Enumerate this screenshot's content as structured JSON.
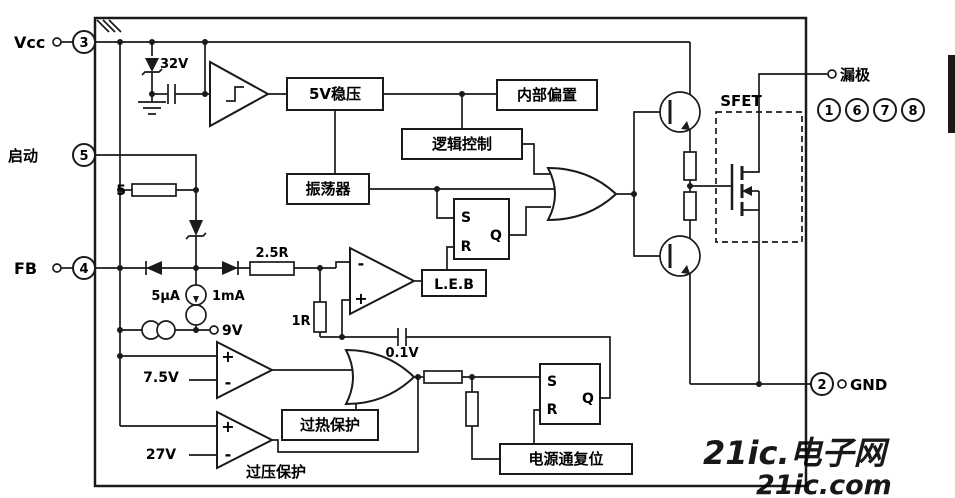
{
  "pins": {
    "vcc": {
      "label": "Vcc",
      "number": "3"
    },
    "start": {
      "label": "启动",
      "number": "5"
    },
    "fb": {
      "label": "FB",
      "number": "4"
    },
    "drain": {
      "label": "漏极",
      "pin_numbers": [
        "1",
        "6",
        "7",
        "8"
      ]
    },
    "gnd": {
      "label": "GND",
      "number": "2"
    }
  },
  "blocks": {
    "regulator_5v": "5V稳压",
    "internal_bias": "内部偏置",
    "logic_control": "逻辑控制",
    "oscillator": "振荡器",
    "leb": "L.E.B",
    "thermal_protection": "过热保护",
    "overvoltage_protection": "过压保护",
    "power_on_reset": "电源通复位",
    "sfet": "SFET"
  },
  "latch": {
    "s": "S",
    "r": "R",
    "q": "Q"
  },
  "values": {
    "zener": "32V",
    "startup_resistor": "5",
    "sense_resistor": "2.5R",
    "current_5ua": "5μA",
    "current_1ma": "1mA",
    "ref_9v": "9V",
    "resistor_1r": "1R",
    "offset_01v": "0.1V",
    "uvlo_75v": "7.5V",
    "ovp_27v": "27V"
  },
  "signs": {
    "plus": "+",
    "minus": "-"
  },
  "watermark": {
    "line1": "21ic.电子网",
    "line2": "21ic.com",
    "color": "#d9261c"
  }
}
